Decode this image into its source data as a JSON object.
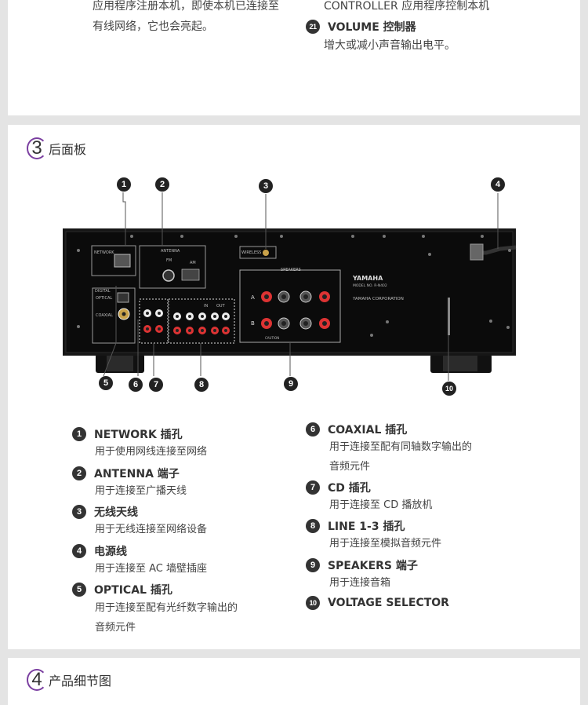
{
  "top_card": {
    "left_line1": "应用程序注册本机，即使本机已连接至",
    "left_line2": "有线网络，它也会亮起。",
    "right_line1": "CONTROLLER 应用程序控制本机",
    "right_badge": "21",
    "right_title": "VOLUME 控制器",
    "right_desc": "增大或减小声音输出电平。"
  },
  "section3": {
    "number": "3",
    "title": "后面板",
    "diagram_labels": [
      "1",
      "2",
      "3",
      "4",
      "5",
      "6",
      "7",
      "8",
      "9",
      "10"
    ],
    "panel_text": {
      "network": "NETWORK",
      "antenna": "ANTENNA",
      "wireless": "WIRELESS",
      "speakers": "SPEAKERS",
      "brand": "YAMAHA",
      "model": "MODEL NO. R-N402",
      "corp": "YAMAHA CORPORATION",
      "optical": "OPTICAL",
      "coaxial": "COAXIAL",
      "digital": "DIGITAL",
      "fm": "FM",
      "am": "AM",
      "in": "IN",
      "out": "OUT",
      "a": "A",
      "b": "B",
      "caution": "CAUTION"
    },
    "items_left": [
      {
        "num": "1",
        "title": "NETWORK 插孔",
        "desc": [
          "用于使用网线连接至网络"
        ]
      },
      {
        "num": "2",
        "title": "ANTENNA 端子",
        "desc": [
          "用于连接至广播天线"
        ]
      },
      {
        "num": "3",
        "title": "无线天线",
        "desc": [
          "用于无线连接至网络设备"
        ]
      },
      {
        "num": "4",
        "title": "电源线",
        "desc": [
          "用于连接至 AC 墙壁插座"
        ]
      },
      {
        "num": "5",
        "title": "OPTICAL 插孔",
        "desc": [
          "用于连接至配有光纤数字输出的",
          "音频元件"
        ]
      }
    ],
    "items_right": [
      {
        "num": "6",
        "title": "COAXIAL 插孔",
        "desc": [
          "用于连接至配有同轴数字输出的",
          "音频元件"
        ]
      },
      {
        "num": "7",
        "title": "CD 插孔",
        "desc": [
          "用于连接至 CD 播放机"
        ]
      },
      {
        "num": "8",
        "title": "LINE 1-3 插孔",
        "desc": [
          "用于连接至模拟音频元件"
        ]
      },
      {
        "num": "9",
        "title": "SPEAKERS 端子",
        "desc": [
          "用于连接音箱"
        ]
      },
      {
        "num": "10",
        "title": "VOLTAGE SELECTOR",
        "desc": []
      }
    ]
  },
  "section4": {
    "number": "4",
    "title": "产品细节图"
  }
}
